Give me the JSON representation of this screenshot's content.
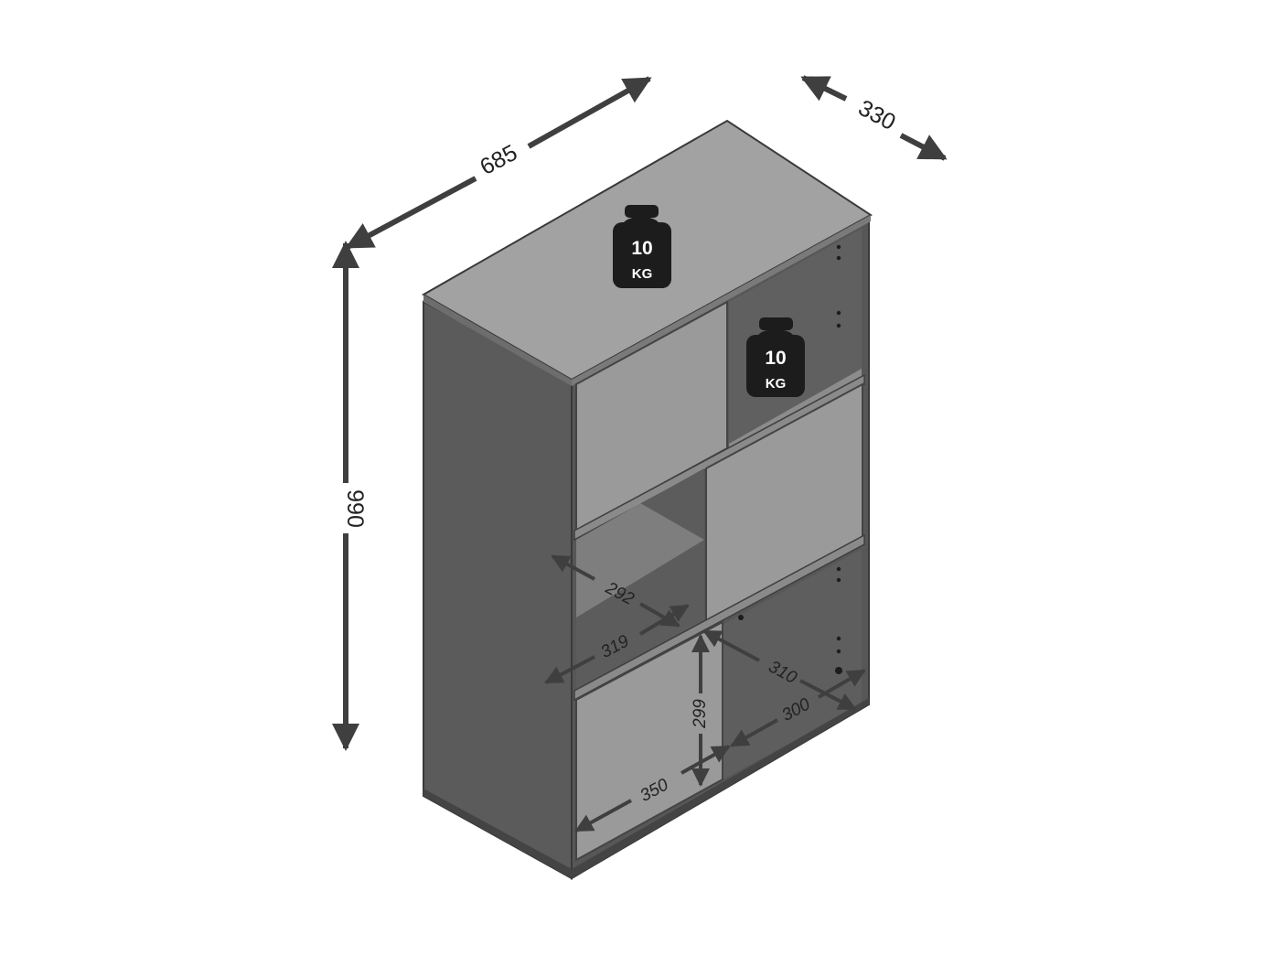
{
  "colors": {
    "panel": "#5b5b5b",
    "panel_dark": "#4d4d4d",
    "edge": "#3a3a3a",
    "top": "#8f8f8f",
    "shelf": "#7b7b7b",
    "inner": "#6a6a6a",
    "door": "#909090",
    "weight": "#1c1c1c",
    "arrow": "#3f3f3f",
    "background": "#ffffff"
  },
  "dimensions": {
    "width": "685",
    "depth": "330",
    "height": "990",
    "inner_top_depth": "292",
    "inner_top_width": "319",
    "inner_depth_right": "310",
    "inner_height": "299",
    "inner_depth_bottom": "300",
    "inner_width_bottom": "350"
  },
  "weights": {
    "top": {
      "value": "10",
      "unit": "KG"
    },
    "shelf": {
      "value": "10",
      "unit": "KG"
    }
  },
  "icons": [
    "dimension-arrow-icon",
    "weight-icon"
  ]
}
